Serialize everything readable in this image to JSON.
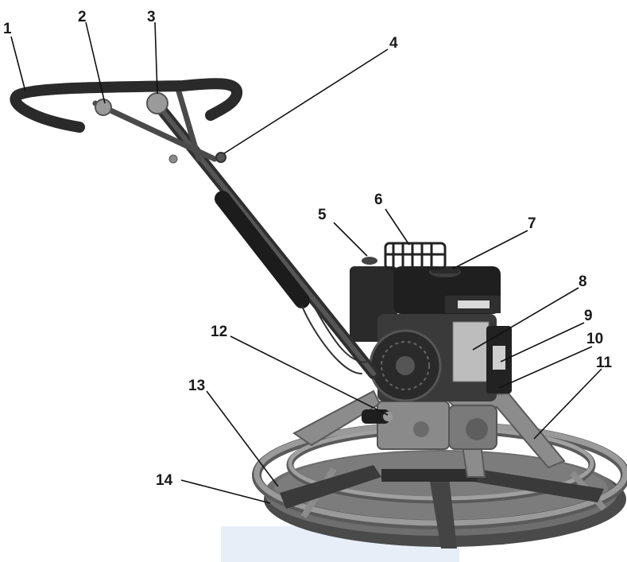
{
  "figure": {
    "colors": {
      "frame": "#8c8c8c",
      "frame_dark": "#5a5a5a",
      "engine": "#2a2a2a",
      "handle": "#3a3a3a",
      "pan": "#6e6e6e",
      "highlight": "#e7eef8"
    },
    "callouts": [
      {
        "id": "1",
        "label": "1"
      },
      {
        "id": "2",
        "label": "2"
      },
      {
        "id": "3",
        "label": "3"
      },
      {
        "id": "4",
        "label": "4"
      },
      {
        "id": "5",
        "label": "5"
      },
      {
        "id": "6",
        "label": "6"
      },
      {
        "id": "7",
        "label": "7"
      },
      {
        "id": "8",
        "label": "8"
      },
      {
        "id": "9",
        "label": "9"
      },
      {
        "id": "10",
        "label": "10"
      },
      {
        "id": "11",
        "label": "11"
      },
      {
        "id": "12",
        "label": "12"
      },
      {
        "id": "13",
        "label": "13"
      },
      {
        "id": "14",
        "label": "14"
      }
    ]
  }
}
